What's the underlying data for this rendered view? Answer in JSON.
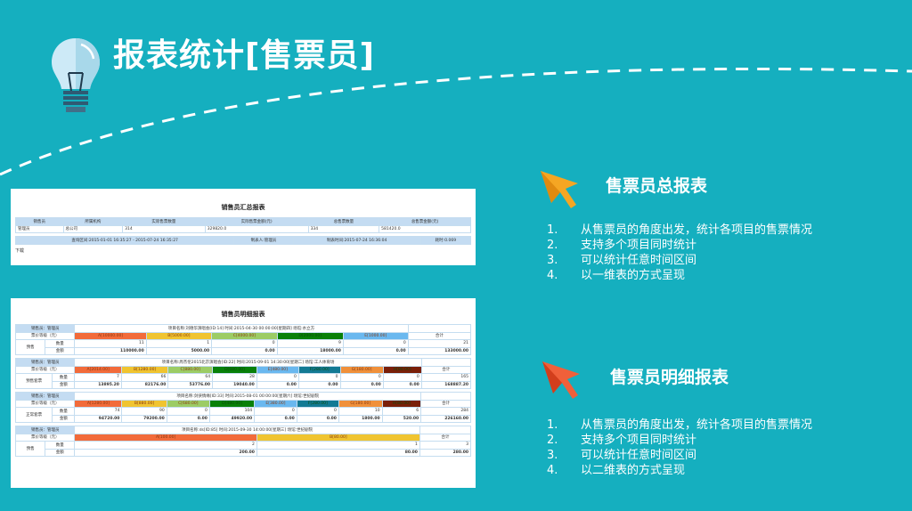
{
  "header": {
    "title": "报表统计[售票员]"
  },
  "summary": {
    "title": "销售员汇总报表",
    "headers": [
      "销售员",
      "所属机构",
      "实际售票数量",
      "实际售票金额(元)",
      "总售票数量",
      "总售票金额(元)"
    ],
    "row": [
      "管理员",
      "总公司",
      "314",
      "329820.0",
      "334",
      "581420.0"
    ],
    "footer": [
      "查询区间:2015-01-01 16:35:27 - 2015-07-24 16:35:27",
      "制表人:管理员",
      "制表时间:2015-07-24 16:36:04",
      "耗时:0.069"
    ],
    "download": "下载"
  },
  "detail": {
    "title": "销售员明细报表",
    "level_label": "票价等级（元）",
    "qty_label": "数量",
    "amt_label": "金额",
    "total_label": "合计",
    "tables": [
      {
        "seller": "销售员：管理员",
        "project": "项目名称:刘德华演唱会[ID:14] 时间:2015-04-30 00:00:00[星期四] 场馆:水立方",
        "type": "预售",
        "levels": [
          {
            "name": "A[10000.00]",
            "color": "#f26b3a"
          },
          {
            "name": "B[5000.00]",
            "color": "#f0c430"
          },
          {
            "name": "C[4000.00]",
            "color": "#9ccc65"
          },
          {
            "name": "D[2000.00]",
            "color": "#088008"
          },
          {
            "name": "E[1000.00]",
            "color": "#6ab8ef"
          }
        ],
        "qty": [
          "11",
          "1",
          "0",
          "9",
          "0",
          "21"
        ],
        "amt": [
          "110000.00",
          "5000.00",
          "0.00",
          "18000.00",
          "0.00",
          "133000.00"
        ]
      },
      {
        "seller": "销售员：管理员",
        "project": "项目名称:周杰伦2015北京演唱会[ID:22] 时间:2015-09-01 14:30:00[星期二] 场馆:工人体育场",
        "type": "预售套票",
        "levels": [
          {
            "name": "A[2014.00]",
            "color": "#f26b3a"
          },
          {
            "name": "B[1280.00]",
            "color": "#f0c430"
          },
          {
            "name": "C[880.00]",
            "color": "#9ccc65"
          },
          {
            "name": "D[680.00]",
            "color": "#088008"
          },
          {
            "name": "E[480.00]",
            "color": "#6ab8ef"
          },
          {
            "name": "F[280.00]",
            "color": "#137a94"
          },
          {
            "name": "G[180.00]",
            "color": "#f0903a"
          },
          {
            "name": "H[80.00]",
            "color": "#7a1f08"
          }
        ],
        "qty": [
          "7",
          "66",
          "64",
          "28",
          "0",
          "0",
          "0",
          "0",
          "165"
        ],
        "amt": [
          "13895.20",
          "82176.00",
          "53776.00",
          "19040.00",
          "0.00",
          "0.00",
          "0.00",
          "0.00",
          "168887.20"
        ]
      },
      {
        "seller": "销售员：管理员",
        "project": "项目名称:剑侠情缘[ID:33] 时间:2015-08-01 00:00:00[星期六] 场馆:世纪剧院",
        "type": "正常套票",
        "levels": [
          {
            "name": "A[1280.00]",
            "color": "#f26b3a"
          },
          {
            "name": "B[880.00]",
            "color": "#f0c430"
          },
          {
            "name": "C[680.00]",
            "color": "#9ccc65"
          },
          {
            "name": "D[480.00]",
            "color": "#088008"
          },
          {
            "name": "E[380.00]",
            "color": "#6ab8ef"
          },
          {
            "name": "F[280.00]",
            "color": "#137a94"
          },
          {
            "name": "G[180.00]",
            "color": "#f0903a"
          },
          {
            "name": "H[80.00]",
            "color": "#7a1f08"
          }
        ],
        "qty": [
          "74",
          "90",
          "0",
          "104",
          "0",
          "0",
          "10",
          "6",
          "284"
        ],
        "amt": [
          "94720.00",
          "79200.00",
          "0.00",
          "49920.00",
          "0.00",
          "0.00",
          "1800.00",
          "520.00",
          "226160.00"
        ]
      },
      {
        "seller": "销售员：管理员",
        "project": "项目名称:ds[ID:85] 时间:2015-09-30 14:00:00[星期三] 场馆:世纪剧院",
        "type": "预售",
        "levels": [
          {
            "name": "A[100.00]",
            "color": "#f26b3a"
          },
          {
            "name": "B[80.00]",
            "color": "#f0c430"
          }
        ],
        "qty": [
          "2",
          "1",
          "3"
        ],
        "amt": [
          "200.00",
          "80.00",
          "280.00"
        ]
      }
    ]
  },
  "section1": {
    "title": "售票员总报表",
    "items": [
      {
        "n": "1.",
        "t": "从售票员的角度出发，统计各项目的售票情况"
      },
      {
        "n": "2.",
        "t": "支持多个项目同时统计"
      },
      {
        "n": "3.",
        "t": "可以统计任意时间区间"
      },
      {
        "n": "4.",
        "t": "以一维表的方式呈现"
      }
    ]
  },
  "section2": {
    "title": "售票员明细报表",
    "items": [
      {
        "n": "1.",
        "t": "从售票员的角度出发，统计各项目的售票情况"
      },
      {
        "n": "2.",
        "t": "支持多个项目同时统计"
      },
      {
        "n": "3.",
        "t": "可以统计任意时间区间"
      },
      {
        "n": "4.",
        "t": "以二维表的方式呈现"
      }
    ]
  }
}
